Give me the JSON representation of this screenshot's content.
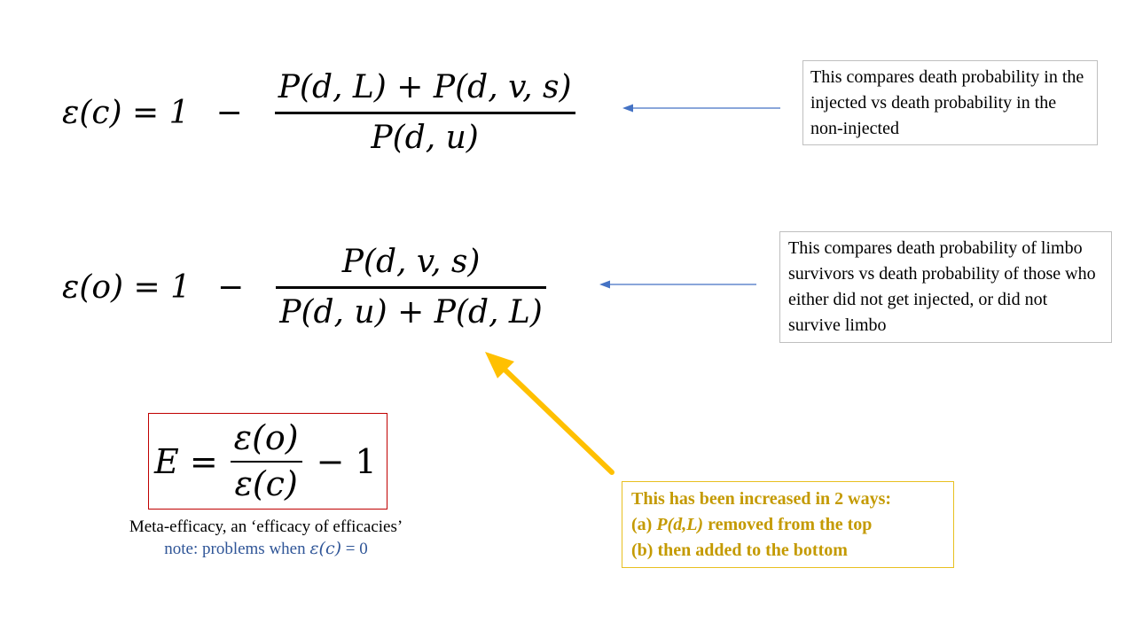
{
  "equations": {
    "eps_c": {
      "lhs": "ε(c) = 1",
      "minus": "−",
      "numerator": "P(d, L) + P(d, v, s)",
      "denominator": "P(d, u)"
    },
    "eps_o": {
      "lhs": "ε(o) = 1",
      "minus": "−",
      "numerator": "P(d, v, s)",
      "denominator": "P(d, u) + P(d, L)"
    },
    "meta": {
      "lhs": "E =",
      "numerator": "ε(o)",
      "denominator": "ε(c)",
      "rhs": "− 1"
    }
  },
  "annotations": {
    "eps_c_note": "This compares death probability in the injected vs death probability in the non-injected",
    "eps_o_note": "This compares death probability of limbo survivors vs death probability of those who either did not get injected, or did not survive limbo",
    "increase_note": {
      "line1": "This has been increased in 2 ways:",
      "line2_prefix": "(a)",
      "line2_math": "P(d,L)",
      "line2_suffix": "removed from the top",
      "line3": "(b) then added to the bottom"
    }
  },
  "meta_caption": {
    "line1": "Meta-efficacy,  an ‘efficacy  of efficacies’",
    "note_prefix": "note: problems  when",
    "note_math": "ε(c)",
    "note_suffix": "= 0"
  },
  "colors": {
    "pointer_arrow": "#4472c4",
    "highlight_arrow": "#ffc000",
    "highlight_text": "#c49a00",
    "highlight_border": "#e8c020",
    "meta_border": "#c00000",
    "note_text": "#2f5597"
  }
}
